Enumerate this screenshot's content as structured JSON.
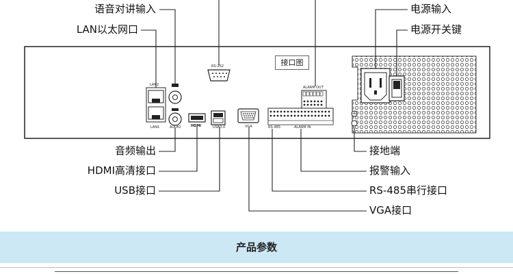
{
  "callouts": {
    "intercom_input": "语音对讲输入",
    "lan_port": "LAN以太网口",
    "power_input": "电源输入",
    "power_switch": "电源开关键",
    "audio_output": "音频输出",
    "hdmi_port": "HDMI高清接口",
    "usb_port": "USB接口",
    "ground": "接地端",
    "alarm_input": "报警输入",
    "rs485": "RS-485串行接口",
    "vga_port": "VGA接口"
  },
  "panel": {
    "label": "接口图",
    "rs232": "RS-232",
    "alarm_out": "ALARM OUT",
    "lan2": "LAN2",
    "lan1": "LAN1",
    "audio": "AUDIO",
    "hdmi": "HDMI",
    "usb": "USB3.0",
    "vga": "VGA",
    "rs485": "RS-485",
    "alarm_in": "ALARM IN"
  },
  "section": {
    "title": "产品参数"
  }
}
